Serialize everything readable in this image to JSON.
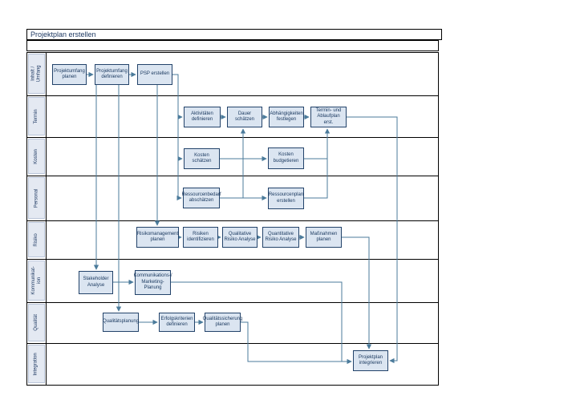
{
  "title": "Projektplan erstellen",
  "lanes": [
    {
      "label": "Inhalt / Umfang"
    },
    {
      "label": "Termin"
    },
    {
      "label": "Kosten"
    },
    {
      "label": "Personal"
    },
    {
      "label": "Risiko"
    },
    {
      "label": "Kommunikat- ion"
    },
    {
      "label": "Qualität"
    },
    {
      "label": "Integration"
    }
  ],
  "nodes": [
    {
      "label": "Projektumfang planen"
    },
    {
      "label": "Projektumfang definieren"
    },
    {
      "label": "PSP erstellen"
    },
    {
      "label": "Aktivitäten definieren"
    },
    {
      "label": "Dauer schätzen"
    },
    {
      "label": "Abhängigkeiten festlegen"
    },
    {
      "label": "Termin- und Ablaufplan erst."
    },
    {
      "label": "Kosten schätzen"
    },
    {
      "label": "Kosten budgetieren"
    },
    {
      "label": "Ressourcenbedarf abschätzen"
    },
    {
      "label": "Ressourcenplan erstellen"
    },
    {
      "label": "Risikomanagement planen"
    },
    {
      "label": "Risiken identifizieren"
    },
    {
      "label": "Qualitative Risiko Analyse"
    },
    {
      "label": "Quantitative Risiko Analyse"
    },
    {
      "label": "Maßnahmen planen"
    },
    {
      "label": "Stakeholder Analyse"
    },
    {
      "label": "Kommunikations-/ Marketing- Planung"
    },
    {
      "label": "Qualitätsplanung"
    },
    {
      "label": "Erfolgskriterien definieren"
    },
    {
      "label": "Qualitätssicherung planen"
    },
    {
      "label": "Projektplan integrieren"
    }
  ],
  "colors": {
    "node_fill": "#dbe5f1",
    "node_border": "#23436a",
    "connector": "#4b7b9b",
    "lane_fill": "#e4e9f2",
    "title_text": "#1f3a63",
    "grid_border": "#000000"
  }
}
